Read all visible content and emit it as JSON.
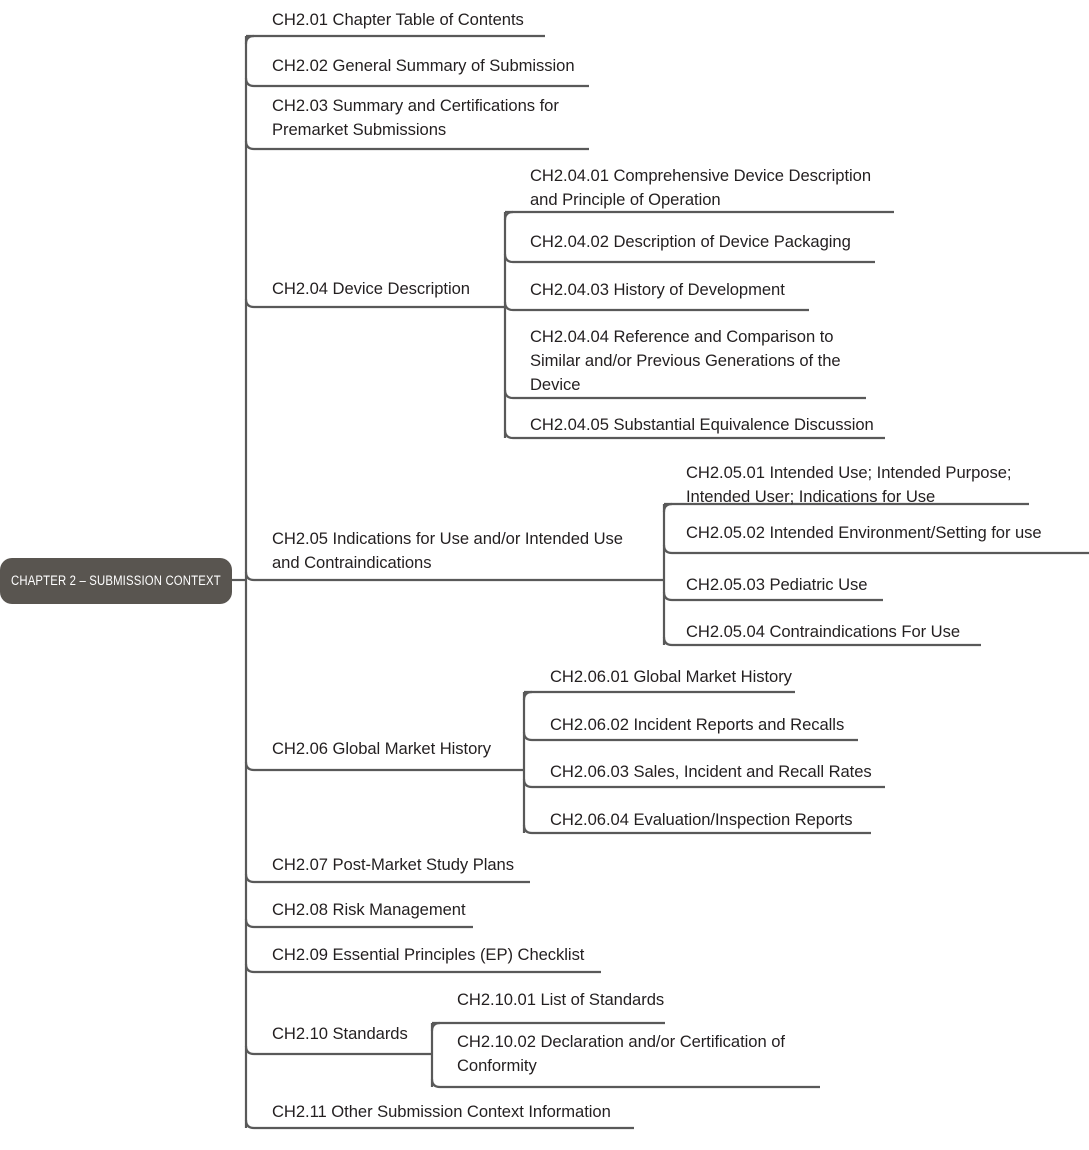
{
  "diagram": {
    "type": "mind-map",
    "title": "CHAPTER 2 – SUBMISSION CONTEXT",
    "orientation": "left-to-right",
    "colors": {
      "root_fill": "#595550",
      "root_text": "#ffffff",
      "line": "#595959",
      "node_text": "#231f20",
      "background": "#ffffff"
    }
  },
  "root": {
    "label": "CHAPTER 2 – SUBMISSION CONTEXT"
  },
  "nodes": {
    "n01": {
      "label": "CH2.01 Chapter Table of Contents"
    },
    "n02": {
      "label": "CH2.02 General Summary of Submission"
    },
    "n03": {
      "label": "CH2.03 Summary and Certifications for\nPremarket Submissions"
    },
    "n04": {
      "label": "CH2.04 Device Description"
    },
    "n0401": {
      "label": "CH2.04.01 Comprehensive Device Description\nand Principle of Operation"
    },
    "n0402": {
      "label": "CH2.04.02 Description of Device Packaging"
    },
    "n0403": {
      "label": "CH2.04.03 History of Development"
    },
    "n0404": {
      "label": "CH2.04.04 Reference and Comparison to\nSimilar and/or Previous Generations of the\nDevice"
    },
    "n0405": {
      "label": "CH2.04.05 Substantial Equivalence Discussion"
    },
    "n05": {
      "label": "CH2.05 Indications for Use and/or Intended Use\nand Contraindications"
    },
    "n0501": {
      "label": "CH2.05.01 Intended Use; Intended Purpose;\nIntended User; Indications for Use"
    },
    "n0502": {
      "label": "CH2.05.02 Intended Environment/Setting for use"
    },
    "n0503": {
      "label": "CH2.05.03 Pediatric Use"
    },
    "n0504": {
      "label": "CH2.05.04 Contraindications For Use"
    },
    "n06": {
      "label": "CH2.06 Global Market History"
    },
    "n0601": {
      "label": "CH2.06.01 Global Market History"
    },
    "n0602": {
      "label": "CH2.06.02 Incident Reports and Recalls"
    },
    "n0603": {
      "label": "CH2.06.03 Sales, Incident and Recall Rates"
    },
    "n0604": {
      "label": "CH2.06.04 Evaluation/Inspection Reports"
    },
    "n07": {
      "label": "CH2.07 Post-Market Study Plans"
    },
    "n08": {
      "label": "CH2.08 Risk Management"
    },
    "n09": {
      "label": "CH2.09 Essential Principles (EP) Checklist"
    },
    "n10": {
      "label": "CH2.10 Standards"
    },
    "n1001": {
      "label": "CH2.10.01 List of Standards"
    },
    "n1002": {
      "label": "CH2.10.02 Declaration and/or Certification of\nConformity"
    },
    "n11": {
      "label": "CH2.11 Other Submission Context Information"
    }
  }
}
